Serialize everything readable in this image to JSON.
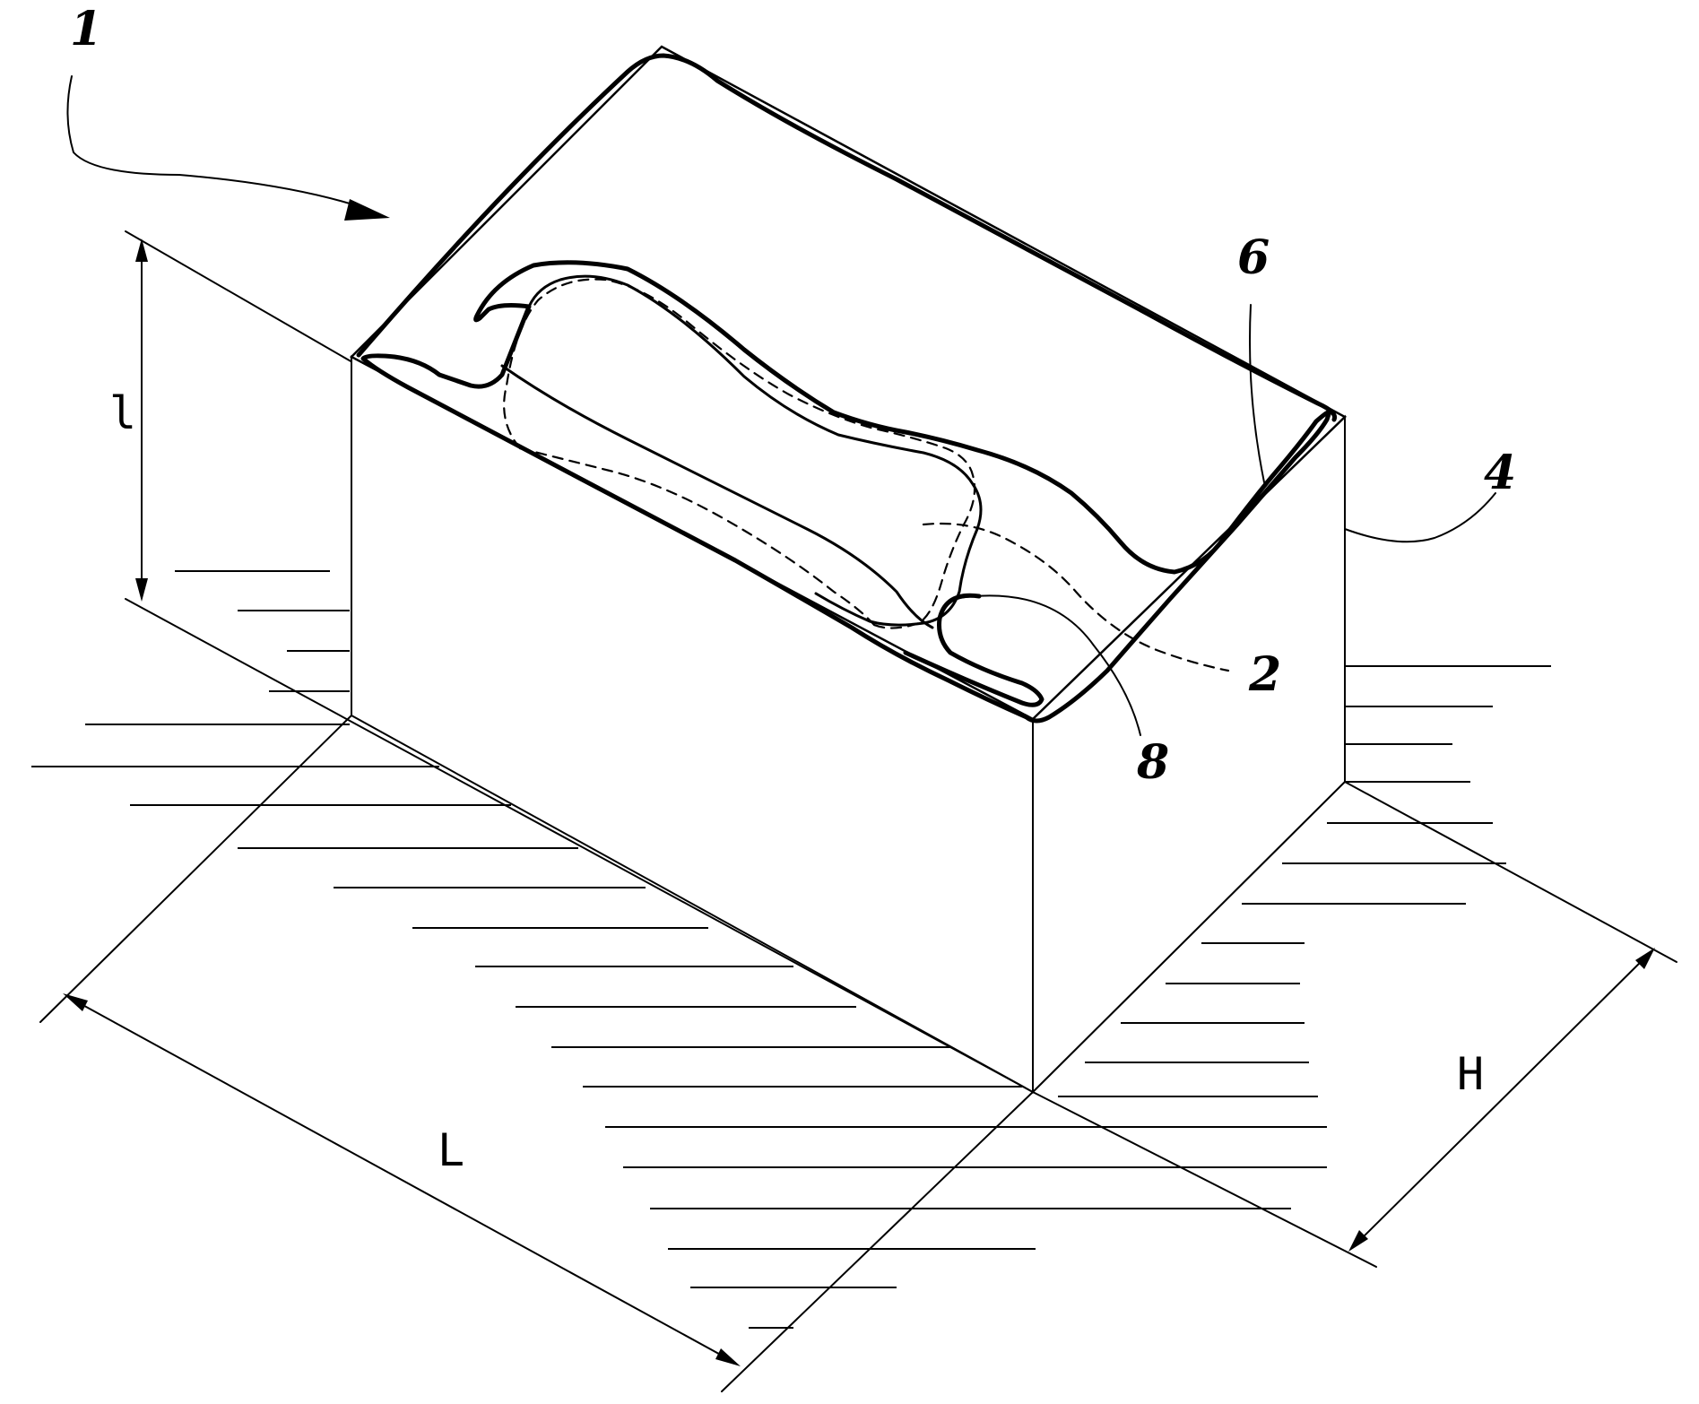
{
  "labels": {
    "ref_1": "1",
    "ref_2": "2",
    "ref_4": "4",
    "ref_6": "6",
    "ref_8": "8"
  },
  "dimensions": {
    "height_l": "l",
    "length_L": "L",
    "width_H": "H"
  }
}
